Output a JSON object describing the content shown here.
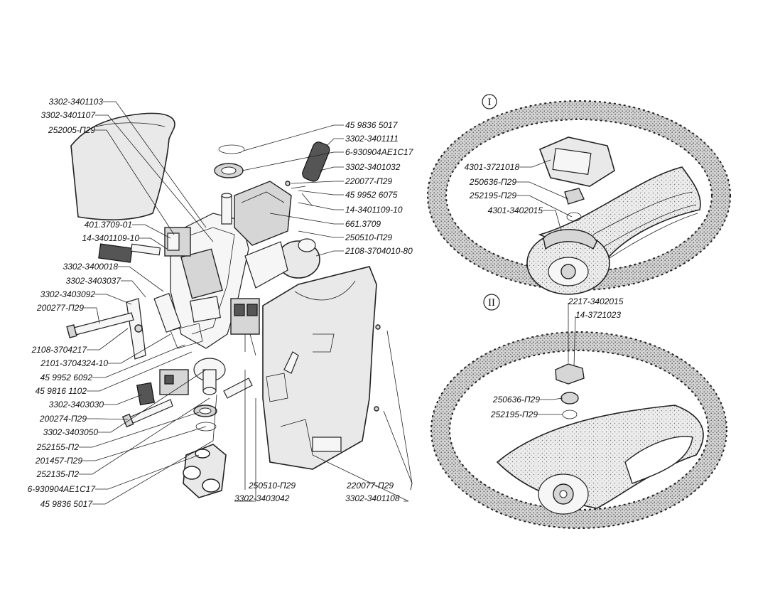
{
  "view_I_label": "I",
  "view_II_label": "II",
  "labels_left": [
    "3302-3401103",
    "3302-3401107",
    "252005-П29",
    "401.3709-01",
    "14-3401109-10",
    "3302-3400018",
    "3302-3403037",
    "3302-3403092",
    "200277-П29",
    "2108-3704217",
    "2101-3704324-10",
    "45 9952 6092",
    "45 9816 1102",
    "3302-3403030",
    "200274-П29",
    "3302-3403050",
    "252155-П2",
    "201457-П29",
    "252135-П2",
    "6-930904АЕ1С17",
    "45 9836 5017"
  ],
  "labels_right": [
    "45 9836 5017",
    "3302-3401111",
    "6-930904АЕ1С17",
    "3302-3401032",
    "220077-П29",
    "45 9952 6075",
    "14-3401109-10",
    "661.3709",
    "250510-П29",
    "2108-3704010-80"
  ],
  "labels_bottom": [
    "250510-П29",
    "3302-3403042",
    "220077-П29",
    "3302-3401108"
  ],
  "labels_wheel_I": [
    "4301-3721018",
    "250636-П29",
    "252195-П29",
    "4301-3402015"
  ],
  "labels_wheel_II": [
    "2217-3402015",
    "14-3721023",
    "250636-П29",
    "252195-П29"
  ]
}
